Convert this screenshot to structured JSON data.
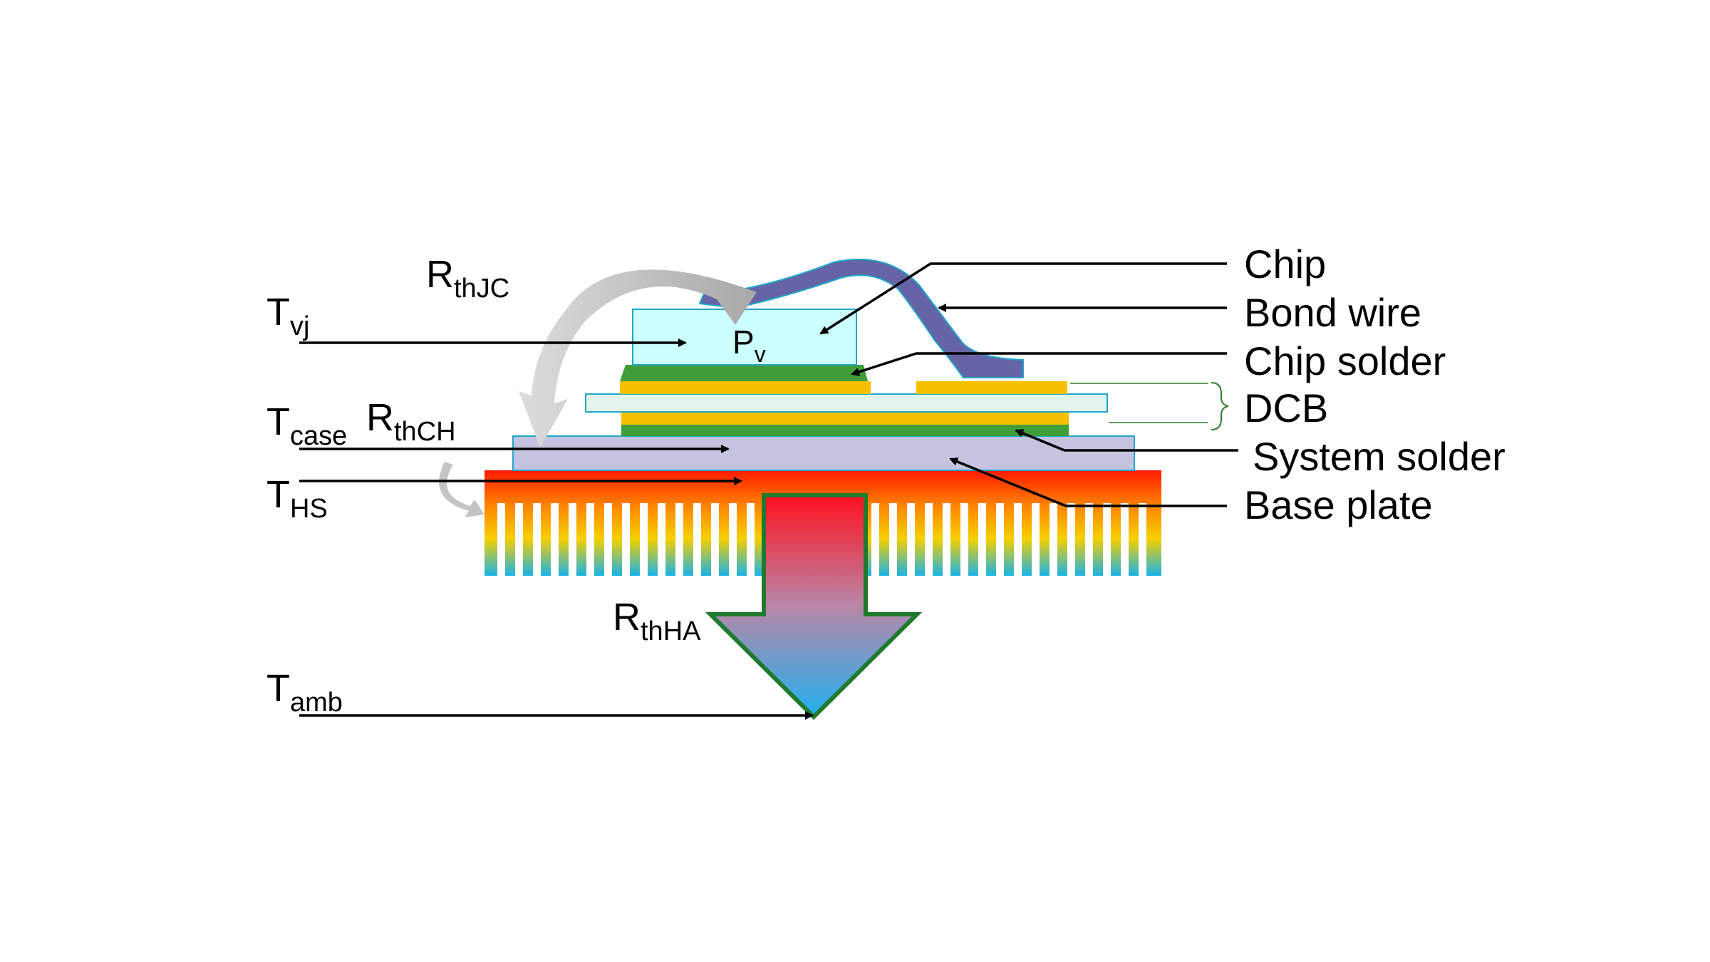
{
  "component_labels": {
    "chip": "Chip",
    "bond_wire": "Bond wire",
    "chip_solder": "Chip solder",
    "dcb": "DCB",
    "system_solder": "System solder",
    "base_plate": "Base plate"
  },
  "temperatures": {
    "vj": {
      "main": "T",
      "sub": "vj"
    },
    "case": {
      "main": "T",
      "sub": "case"
    },
    "hs": {
      "main": "T",
      "sub": "HS"
    },
    "amb": {
      "main": "T",
      "sub": "amb"
    }
  },
  "resistances": {
    "jc": {
      "main": "R",
      "sub": "thJC"
    },
    "ch": {
      "main": "R",
      "sub": "thCH"
    },
    "ha": {
      "main": "R",
      "sub": "thHA"
    }
  },
  "power": {
    "main": "P",
    "sub": "v"
  },
  "colors": {
    "chip_fill": "#ccffff",
    "chip_stroke": "#1fa7c9",
    "solder_green": "#3f9e3a",
    "copper_yellow": "#f5c000",
    "ceramic": "#e3f4ea",
    "base_plate": "#c5c4e0",
    "bond_wire": "#6464a6",
    "heatsink_hot": "#ff1a00",
    "heatsink_cold": "#1ab3e6",
    "big_arrow_stroke": "#1f7a2e",
    "curved_arrow": "#b5b5b5"
  }
}
